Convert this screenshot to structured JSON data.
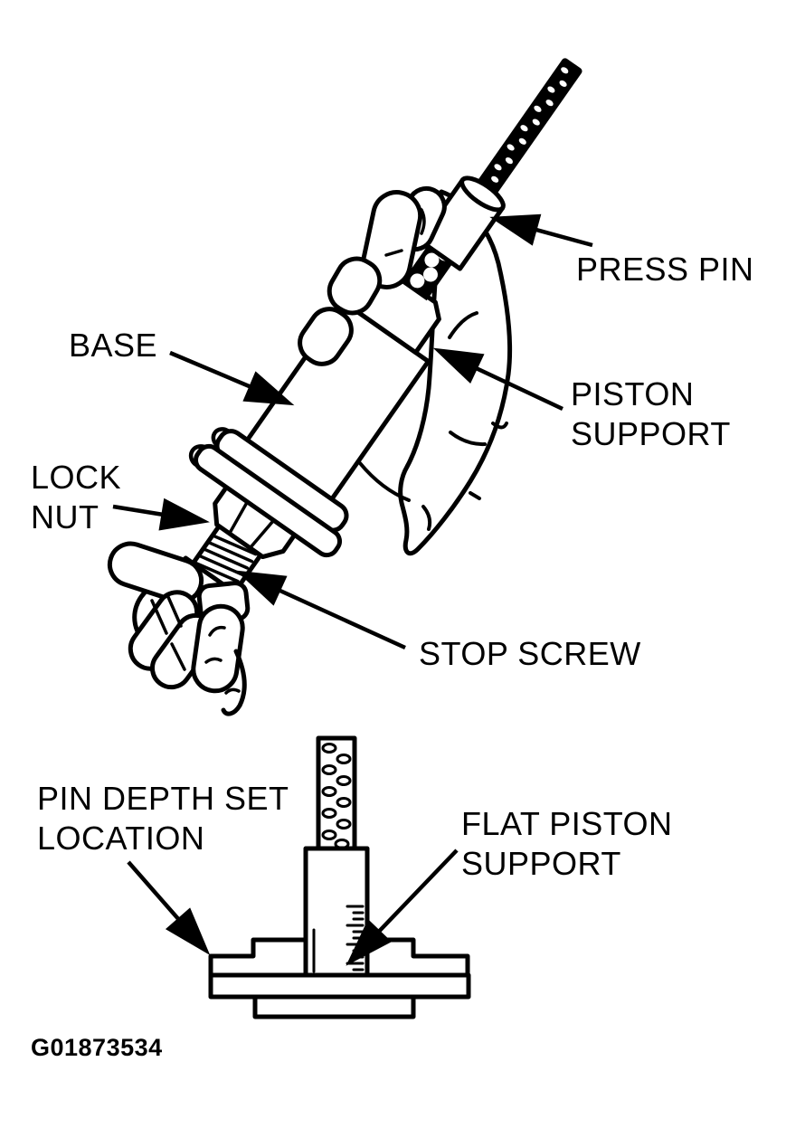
{
  "diagram": {
    "figure_id": "G01873534",
    "colors": {
      "ink": "#000000",
      "paper": "#ffffff"
    },
    "callouts": [
      {
        "id": "press-pin",
        "lines": [
          "PRESS PIN"
        ]
      },
      {
        "id": "base",
        "lines": [
          "BASE"
        ]
      },
      {
        "id": "piston-support",
        "lines": [
          "PISTON",
          "SUPPORT"
        ]
      },
      {
        "id": "lock-nut",
        "lines": [
          "LOCK",
          "NUT"
        ]
      },
      {
        "id": "stop-screw",
        "lines": [
          "STOP SCREW"
        ]
      },
      {
        "id": "pin-depth-set-location",
        "lines": [
          "PIN DEPTH SET",
          "LOCATION"
        ]
      },
      {
        "id": "flat-piston-support",
        "lines": [
          "FLAT PISTON",
          "SUPPORT"
        ]
      }
    ]
  }
}
